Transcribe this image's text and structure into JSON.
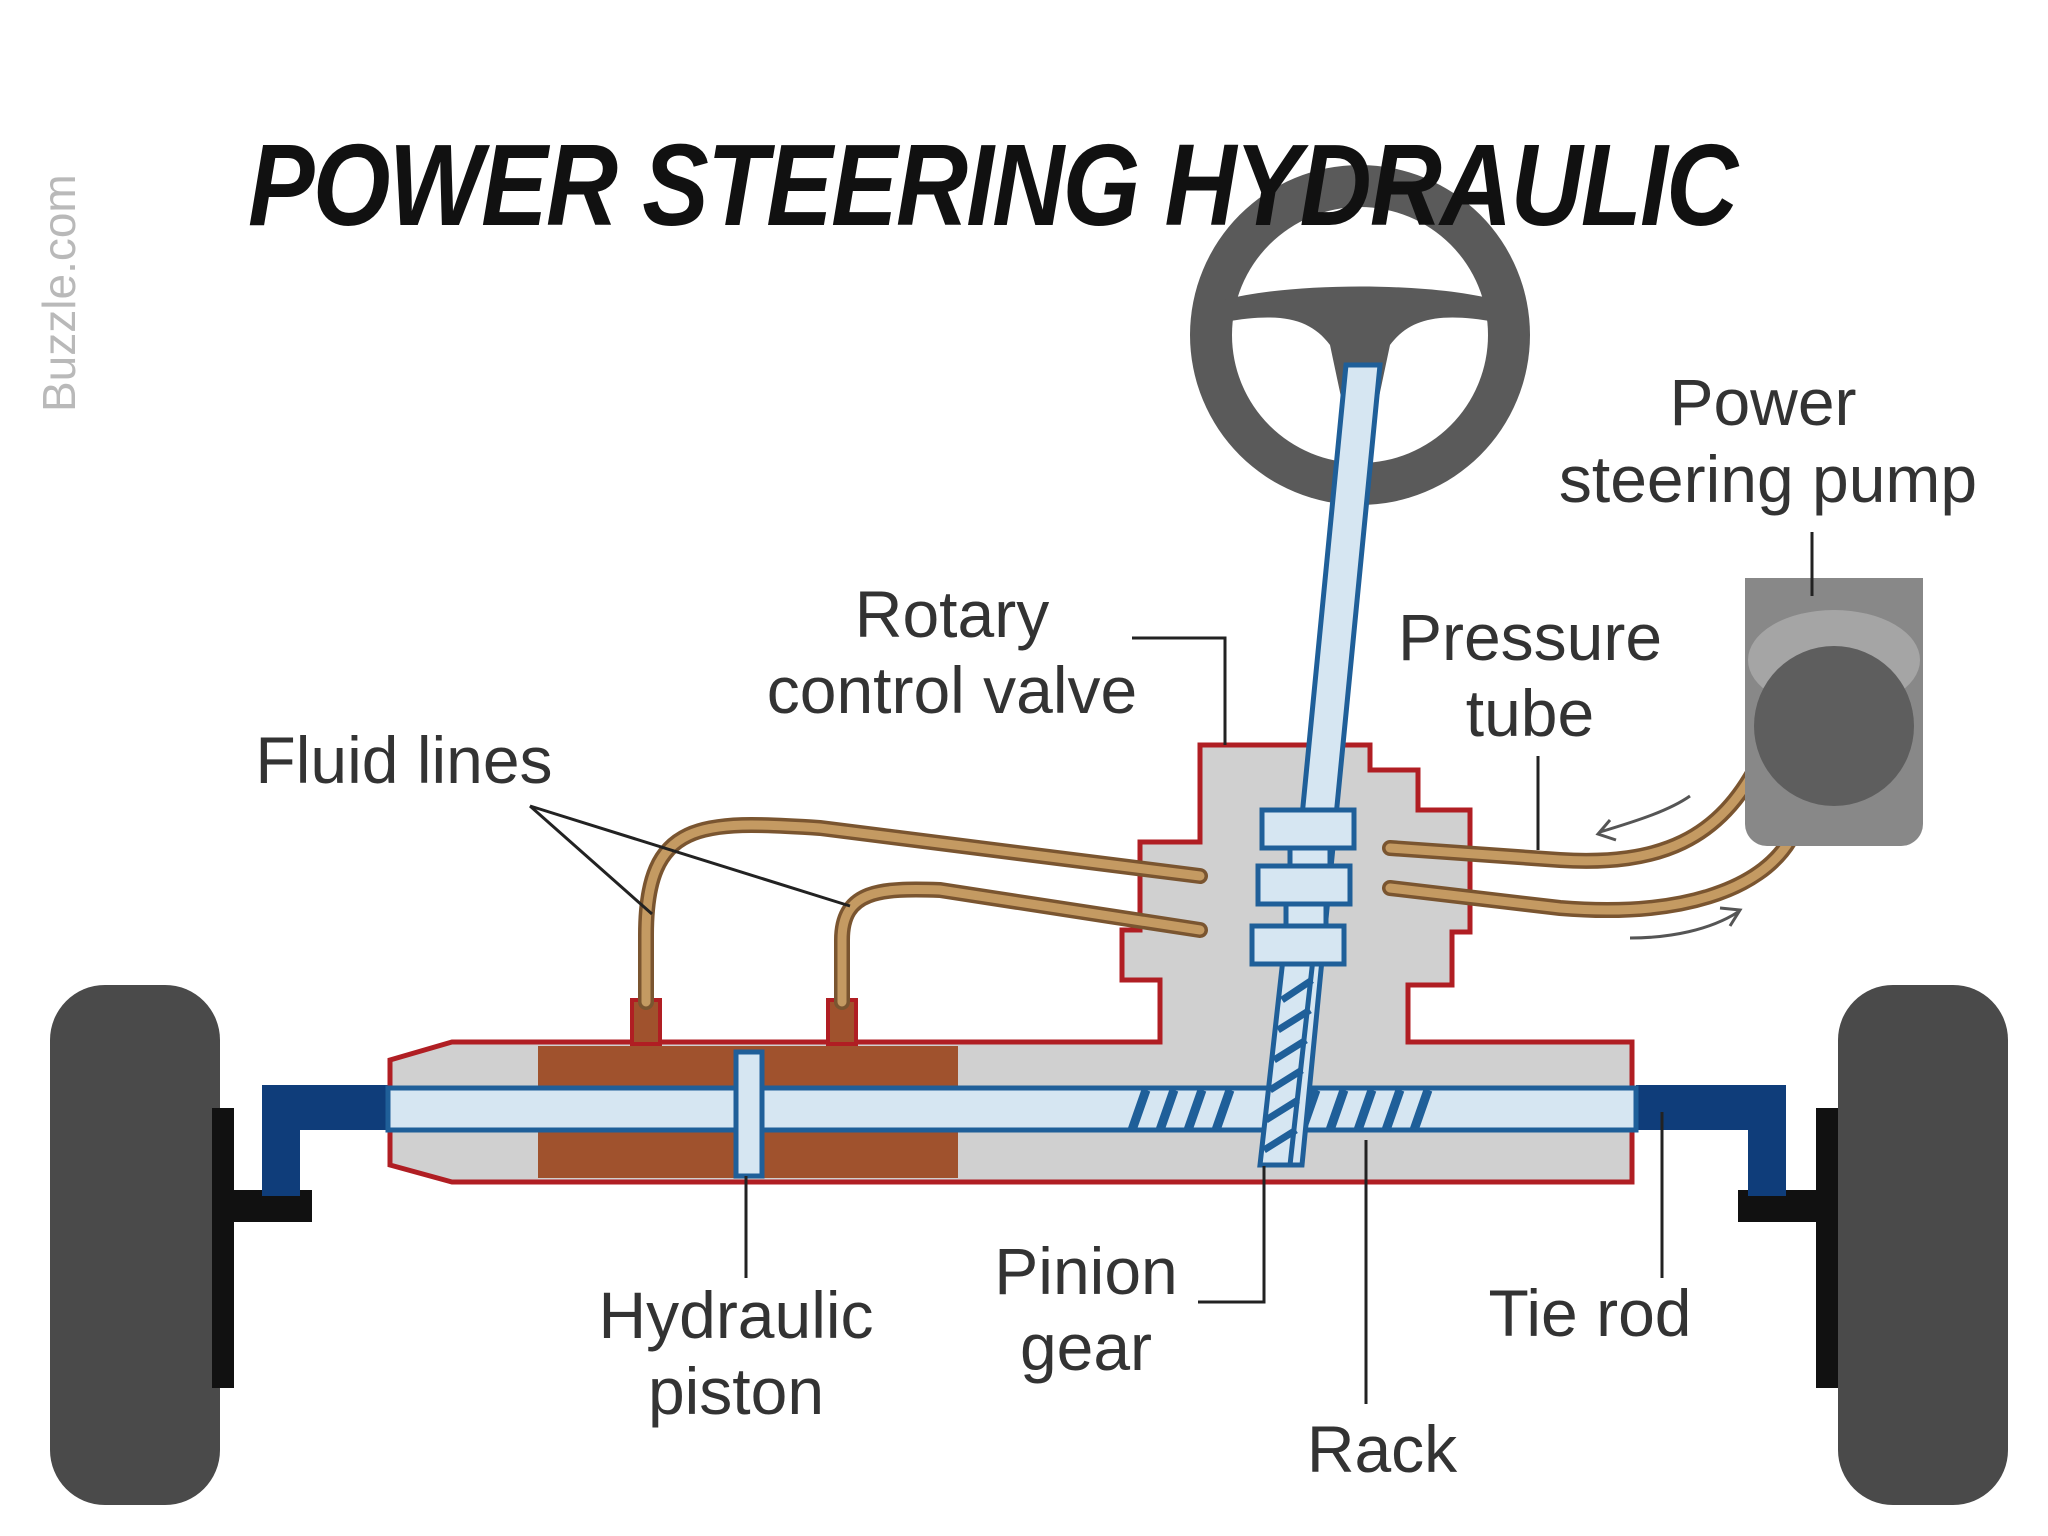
{
  "title": "POWER STEERING HYDRAULIC",
  "watermark": "Buzzle.com",
  "labels": {
    "power_steering_pump_line1": "Power",
    "power_steering_pump_line2": "steering pump",
    "rotary_control_valve_line1": "Rotary",
    "rotary_control_valve_line2": "control valve",
    "pressure_tube_line1": "Pressure",
    "pressure_tube_line2": "tube",
    "fluid_lines": "Fluid lines",
    "hydraulic_piston_line1": "Hydraulic",
    "hydraulic_piston_line2": "piston",
    "pinion_gear_line1": "Pinion",
    "pinion_gear_line2": "gear",
    "tie_rod": "Tie rod",
    "rack": "Rack"
  },
  "colors": {
    "housing_fill": "#d0d0d0",
    "housing_outline": "#b01e23",
    "fluid_chamber": "#a0522d",
    "rack_and_shaft_fill": "#d6e6f2",
    "rack_and_shaft_outline": "#1f5f99",
    "tie_rod": "#0f3d7a",
    "fluid_line": "#b5884f",
    "wheel": "#4a4a4a",
    "steering_wheel": "#5a5a5a",
    "pump": "#888888"
  }
}
